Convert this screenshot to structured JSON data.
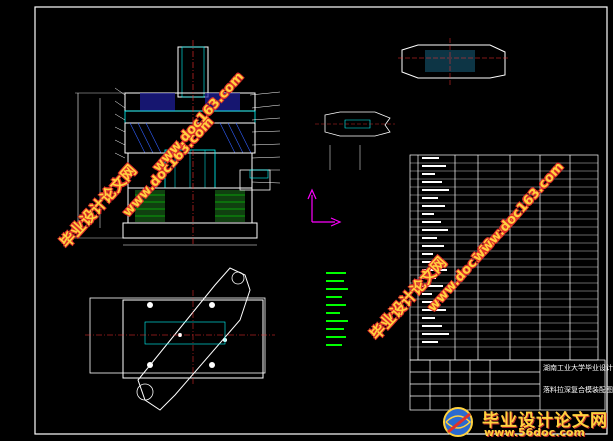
{
  "watermarks": {
    "site_cn": "毕业设计论文网",
    "site_url": "www.doc163.com"
  },
  "logo": {
    "name": "毕业设计论文网",
    "url": "www.56doc.com"
  },
  "title_block": {
    "line1": "湖南工业大学毕业设计",
    "line2": "落料拉深复合模装配图"
  },
  "colors": {
    "background": "#000000",
    "frame": "#ffffff",
    "part": "#00ffff",
    "centerline": "#ff3030",
    "annotation": "#00ff00",
    "axis": "#ff00ff",
    "hatch_blue": "#3060ff"
  }
}
